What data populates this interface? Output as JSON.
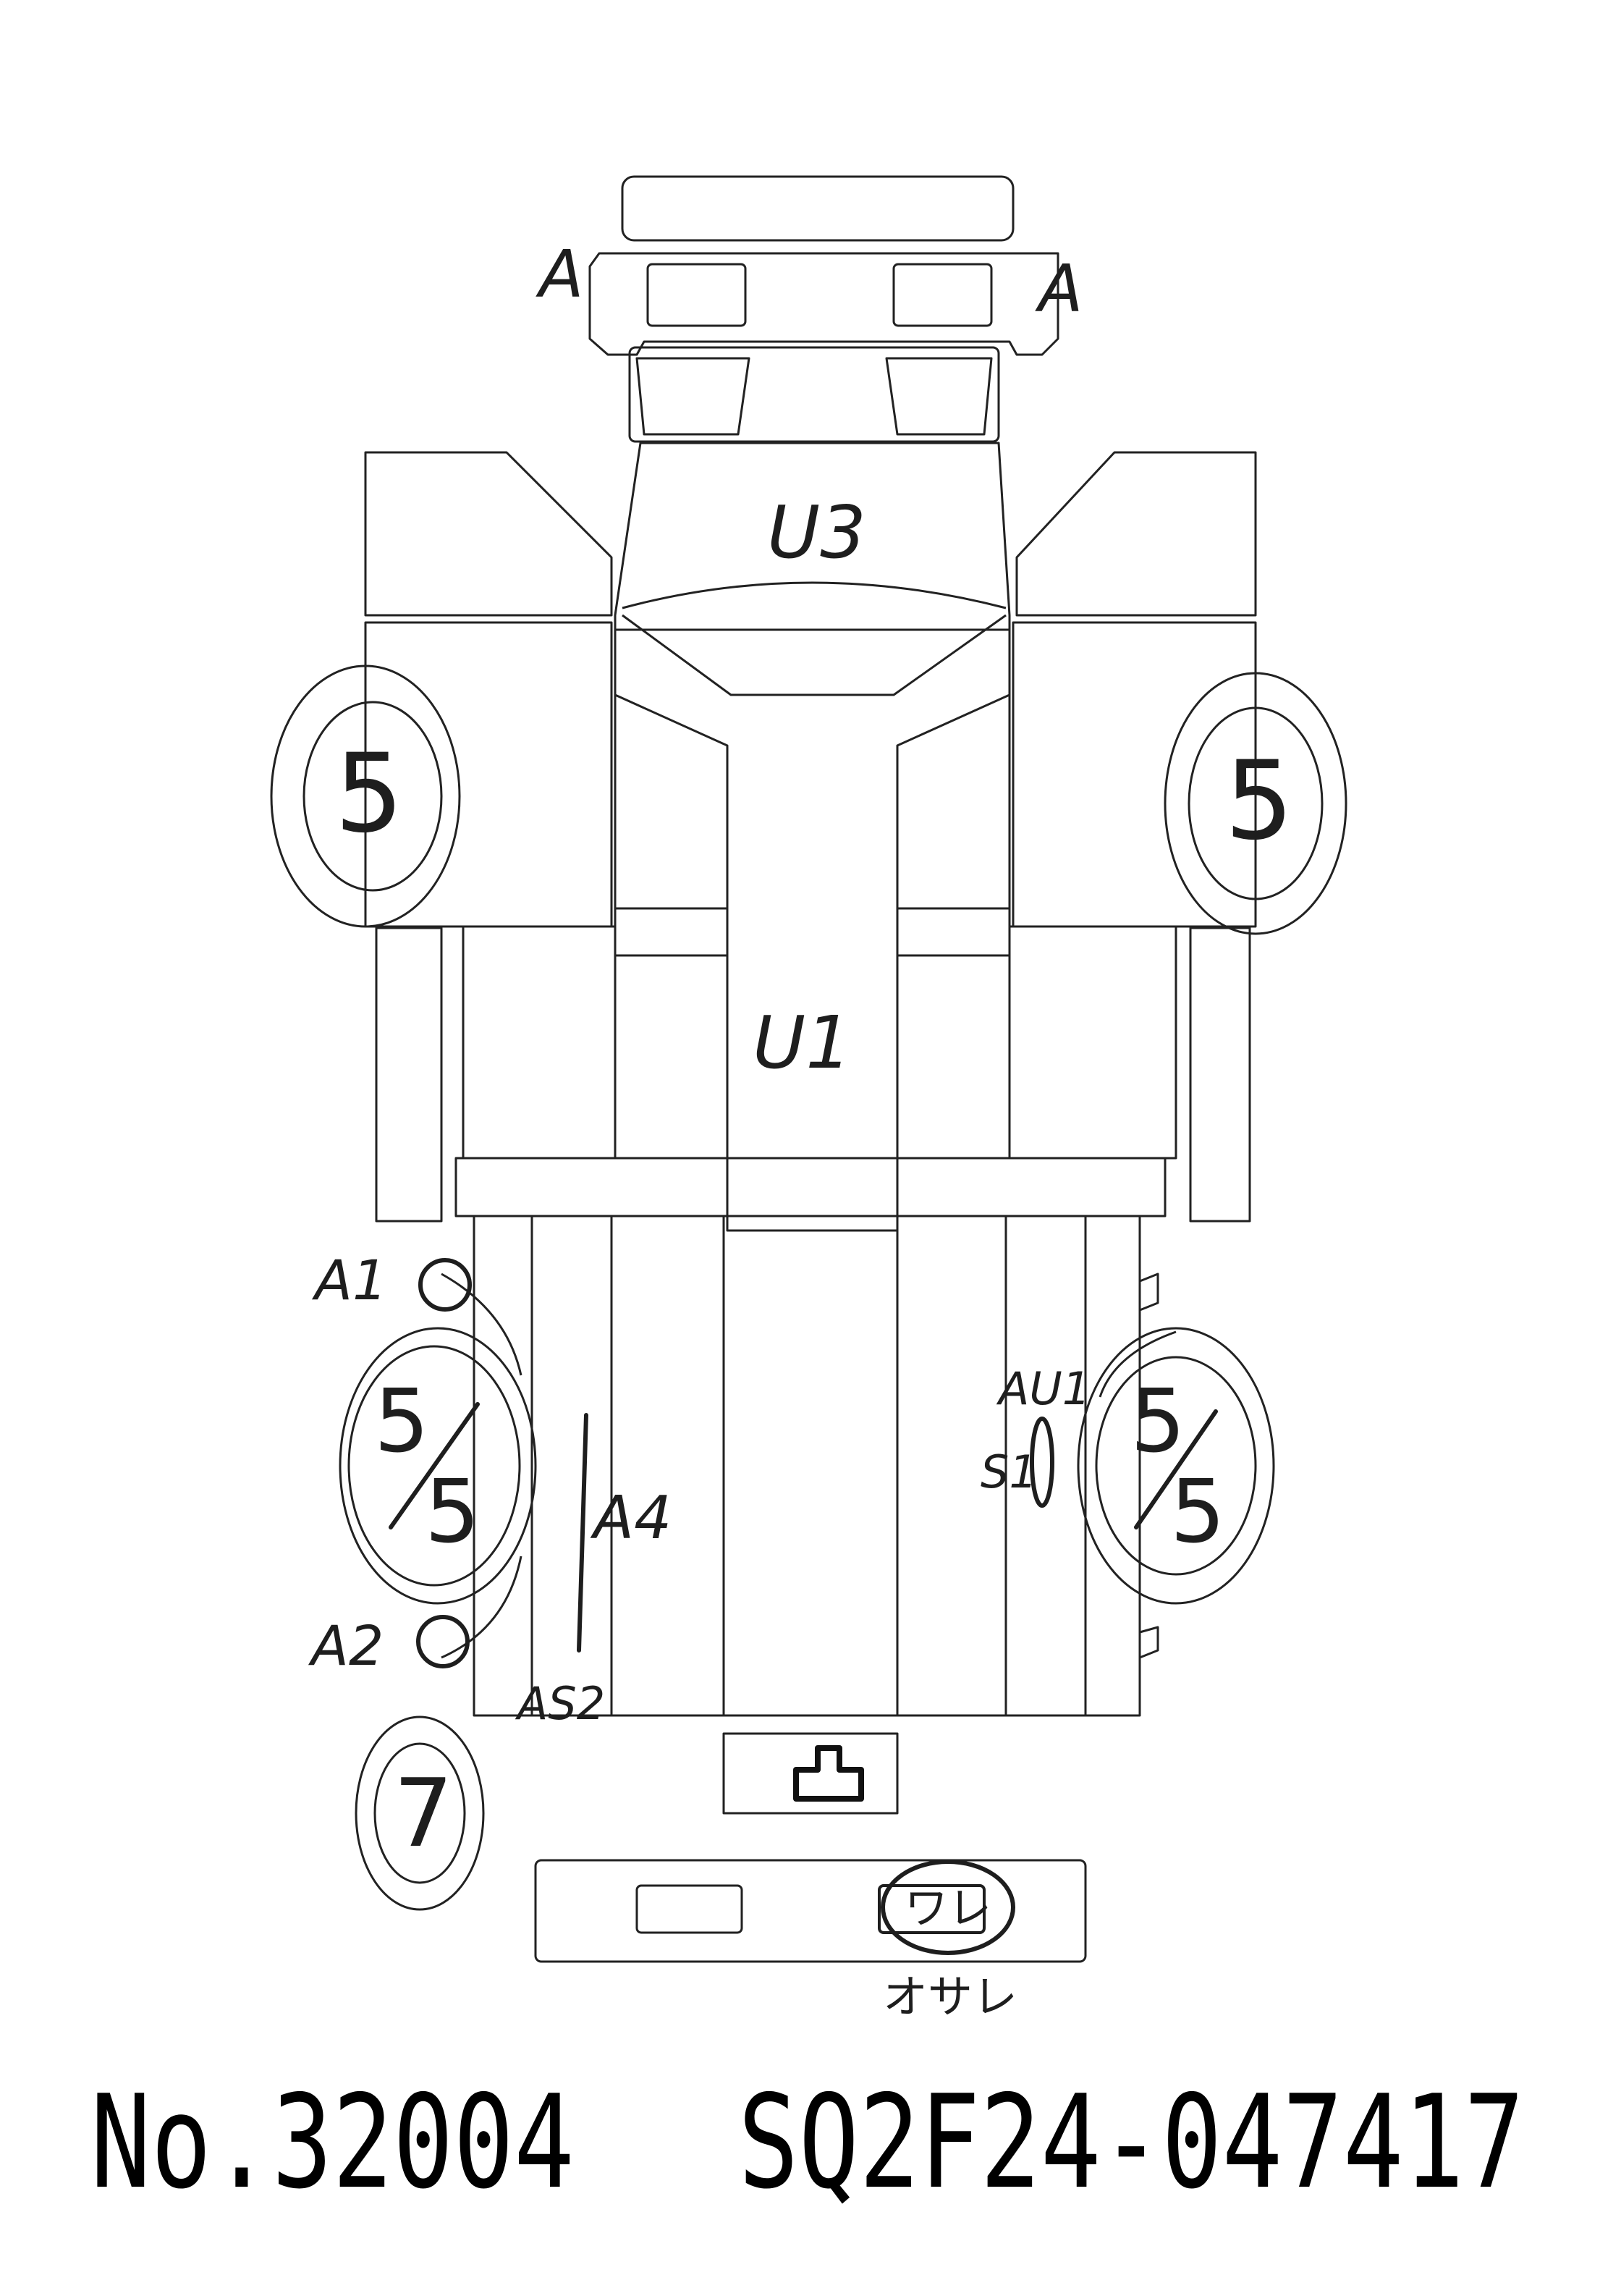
{
  "footer": {
    "number": "No.32004",
    "chassis": "SQ2F24-047417"
  },
  "annotations": {
    "front_left_corner": "A",
    "front_right_corner": "A",
    "front_panel": "U3",
    "body_center": "U1",
    "front_left_wheel": "5",
    "front_right_wheel": "5",
    "rear_left_wheel_top": "5",
    "rear_left_wheel_bottom": "5",
    "rear_right_wheel_top": "5",
    "rear_right_wheel_bottom": "5",
    "left_mark_upper": "A1",
    "left_mark_lower": "A2",
    "left_side_scratch": "A4",
    "left_side_under": "AS2",
    "right_side_mark_upper": "AU1",
    "right_side_mark_lower": "S1",
    "spare_tire": "7",
    "rear_bumper_circle": "ワレ",
    "rear_bumper_note": "オサレ"
  },
  "colors": {
    "line": "#222222",
    "ink": "#1e1e1e"
  }
}
